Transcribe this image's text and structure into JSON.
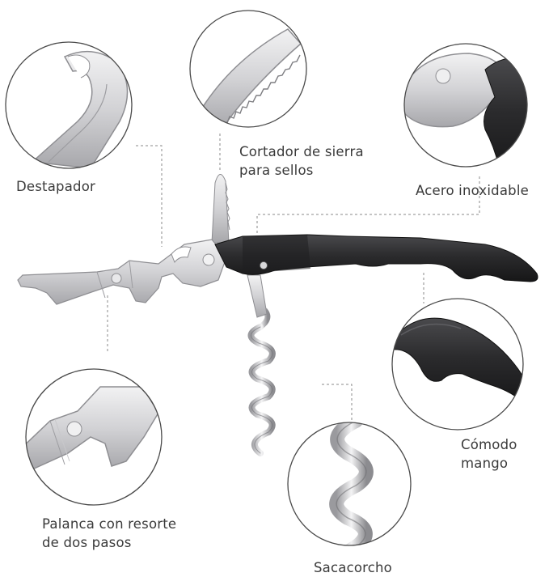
{
  "features": {
    "bottle_opener": "Destapador",
    "foil_cutter_line1": "Cortador de sierra",
    "foil_cutter_line2": "para sellos",
    "stainless": "Acero inoxidable",
    "handle_line1": "Cómodo",
    "handle_line2": "mango",
    "lever_line1": "Palanca con resorte",
    "lever_line2": "de dos pasos",
    "corkscrew": "Sacacorcho"
  },
  "colors": {
    "handle": "#2b2b2d",
    "steel": "#d4d4d6",
    "steel_dark": "#8e8e92",
    "circle_border": "#4a4a4a",
    "leader_line": "#8a8a8a"
  }
}
